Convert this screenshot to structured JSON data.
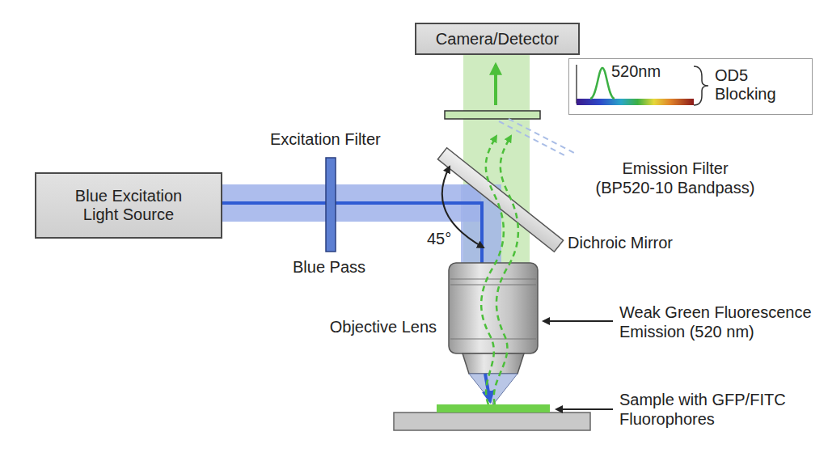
{
  "diagram": {
    "nodes": [
      {
        "text": [
          "Camera/Detector"
        ]
      },
      {
        "text": [
          "Blue Excitation Light Source"
        ]
      },
      {
        "text": [
          "520nm",
          "OD5 Blocking"
        ]
      }
    ],
    "labels": [
      "Excitation Filter",
      "Blue Pass",
      "45°",
      "Emission Filter (BP520-10 Bandpass)",
      "Dichroic Mirror",
      "Objective Lens",
      "Weak Green Fluorescence Emission (520 nm)",
      "Sample with GFP/FITC Fluorophores"
    ]
  }
}
